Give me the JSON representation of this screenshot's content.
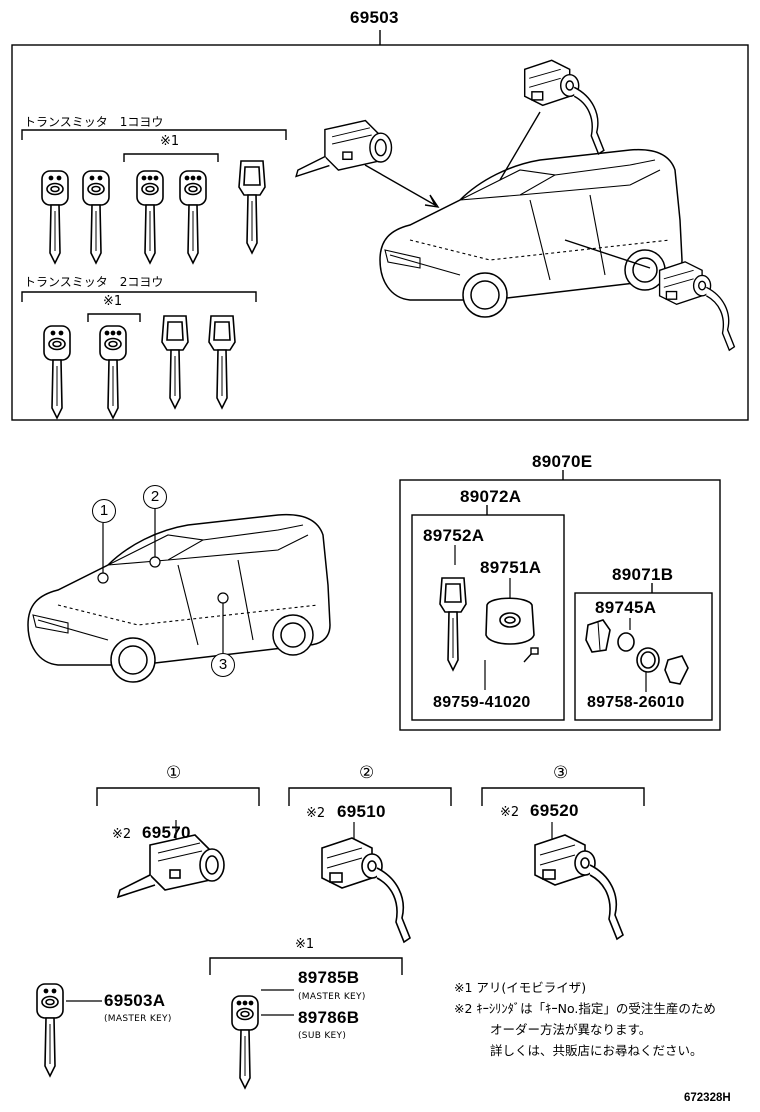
{
  "top_assembly": {
    "part": "69503"
  },
  "transmitter_1": {
    "label": "トランスミッタ　1コヨウ",
    "mark": "※1"
  },
  "transmitter_2": {
    "label": "トランスミッタ　2コヨウ",
    "mark": "※1"
  },
  "locations": [
    "1",
    "2",
    "3"
  ],
  "kit": {
    "part": "89070E",
    "sub_a": {
      "part": "89072A",
      "key_part": "89752A",
      "fob_part": "89751A",
      "screw_part": "89759-41020"
    },
    "sub_b": {
      "part": "89071B",
      "item_part": "89745A",
      "bottom_part": "89758-26010"
    }
  },
  "cylinders": [
    {
      "circle": "①",
      "mark": "※2",
      "part": "69570"
    },
    {
      "circle": "②",
      "mark": "※2",
      "part": "69510"
    },
    {
      "circle": "③",
      "mark": "※2",
      "part": "69520"
    }
  ],
  "keys": {
    "master": {
      "part": "69503A",
      "desc": "(MASTER KEY)"
    },
    "group_mark": "※1",
    "alt_master": {
      "part": "89785B",
      "desc": "(MASTER KEY)"
    },
    "sub": {
      "part": "89786B",
      "desc": "(SUB KEY)"
    }
  },
  "notes": {
    "note1": "※1  アリ(イモビライザ)",
    "note2_line1": "※2  ｷｰｼﾘﾝﾀﾞは「ｷｰNo.指定」の受注生産のため",
    "note2_line2": "オーダー方法が異なります。",
    "note2_line3": "詳しくは、共販店にお尋ねください。"
  },
  "diagram_code": "672328H"
}
